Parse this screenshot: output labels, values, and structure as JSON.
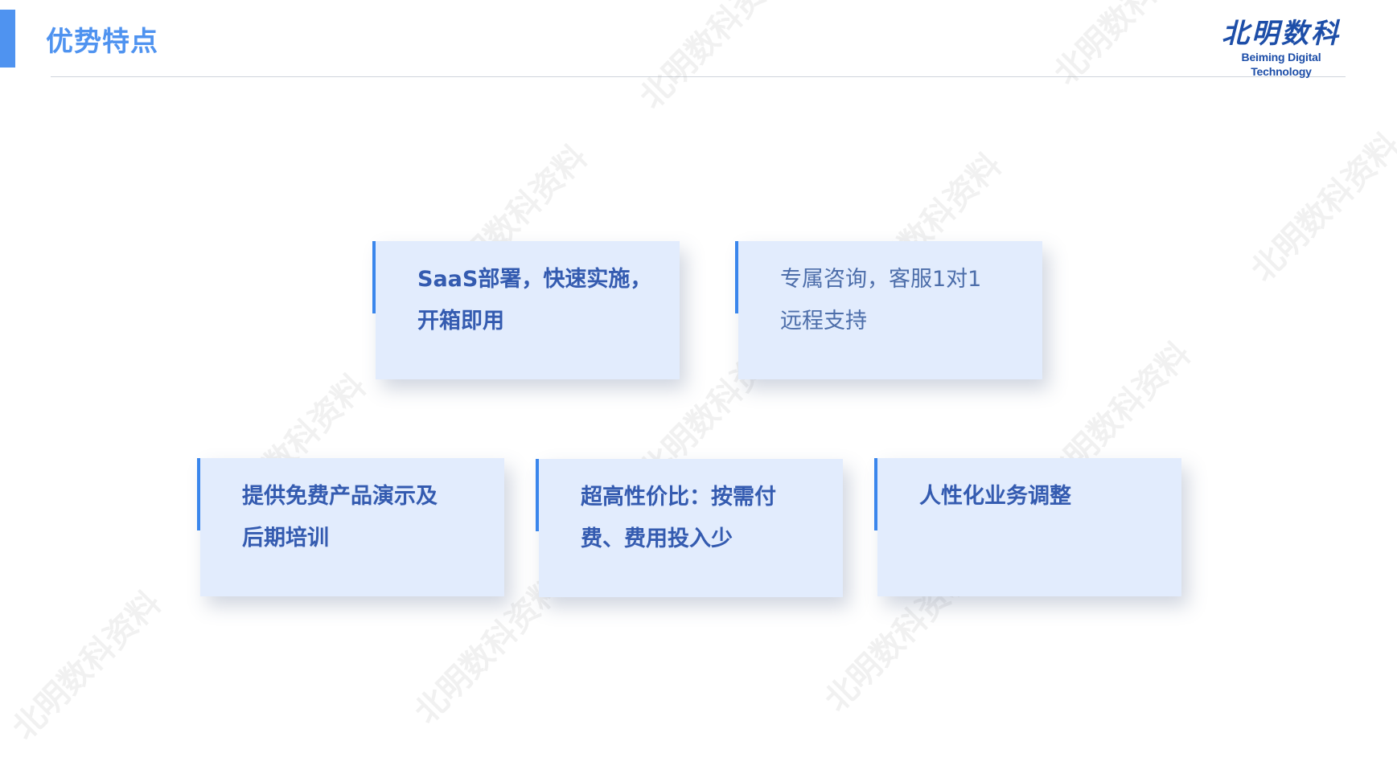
{
  "header": {
    "title": "优势特点",
    "logo_cn": "北明数科",
    "logo_en": "Beiming Digital Technology"
  },
  "watermark_text": "北明数科资料",
  "cards": [
    {
      "line1": "SaaS部署，快速实施，",
      "line2": "开箱即用"
    },
    {
      "line1": "专属咨询，客服1对1",
      "line2": "远程支持"
    },
    {
      "line1": "提供免费产品演示及",
      "line2": "后期培训"
    },
    {
      "line1": "超高性价比：按需付",
      "line2": "费、费用投入少"
    },
    {
      "line1": "人性化业务调整",
      "line2": ""
    }
  ],
  "colors": {
    "accent": "#4f93f0",
    "card_background": "#e2ecfd",
    "card_bar": "#3a86ec",
    "card_text": "#345bb0"
  }
}
